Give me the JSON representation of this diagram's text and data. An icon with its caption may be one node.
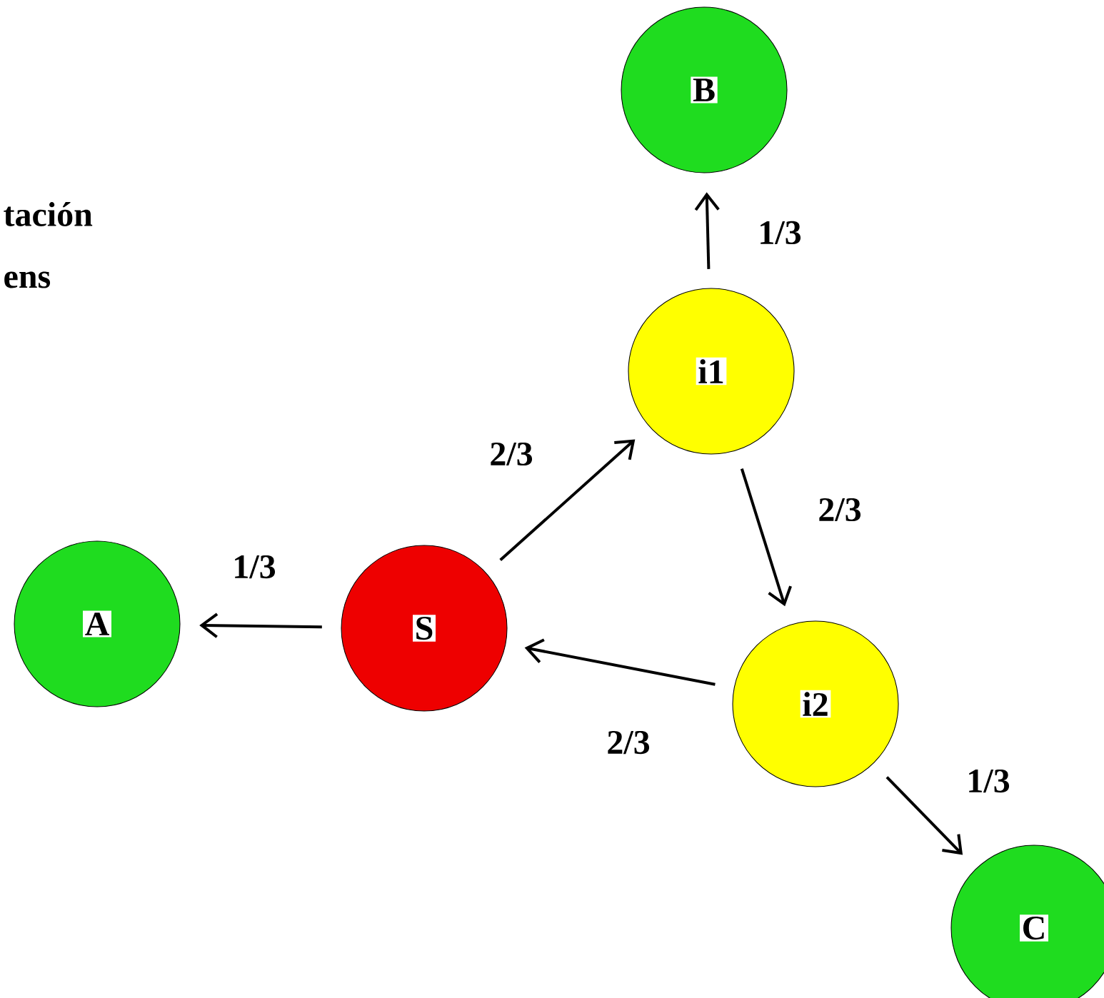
{
  "diagram": {
    "nodes": [
      {
        "text": [
          "B"
        ]
      },
      {
        "text": [
          "i1"
        ]
      },
      {
        "text": [
          "S"
        ]
      },
      {
        "text": [
          "A"
        ]
      },
      {
        "text": [
          "i2"
        ]
      },
      {
        "text": [
          "C"
        ]
      }
    ],
    "edges": [
      {
        "from": 1,
        "to": 0,
        "arrow": "to",
        "label": "1/3"
      },
      {
        "from": 2,
        "to": 1,
        "arrow": "to",
        "label": "2/3"
      },
      {
        "from": 1,
        "to": 4,
        "arrow": "to",
        "label": "2/3"
      },
      {
        "from": 4,
        "to": 2,
        "arrow": "to",
        "label": "2/3"
      },
      {
        "from": 2,
        "to": 3,
        "arrow": "to",
        "label": "1/3"
      },
      {
        "from": 4,
        "to": 5,
        "arrow": "to",
        "label": "1/3"
      }
    ],
    "labels": [
      "tación",
      "ens"
    ]
  }
}
